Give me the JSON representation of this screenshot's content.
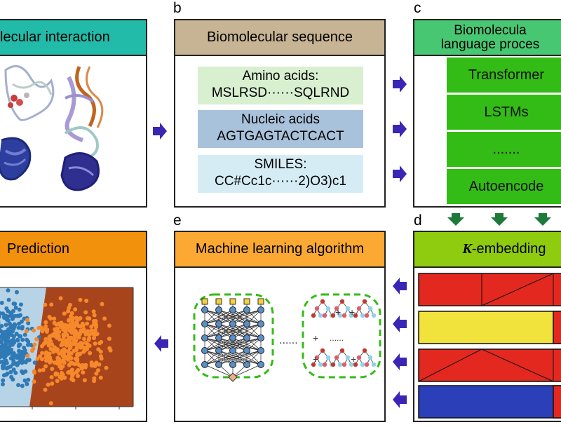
{
  "panels": {
    "a": {
      "title": "lecular interaction"
    },
    "b": {
      "letter": "b",
      "title": "Biomolecular sequence",
      "items": [
        {
          "label": "Amino acids:",
          "value": "MSLRSD······SQLRND"
        },
        {
          "label": "Nucleic acids",
          "value": "AGTGAGTACTCACT"
        },
        {
          "label": "SMILES:",
          "value": "CC#Cc1c······2)O3)c1"
        }
      ]
    },
    "c": {
      "letter": "c",
      "title_line1": "Biomolecula",
      "title_line2": "language proces",
      "methods": [
        "Transformer",
        "LSTMs",
        ".......",
        "Autoencode"
      ]
    },
    "d": {
      "letter": "d",
      "title_k": "K",
      "title_rest": "-embedding"
    },
    "e": {
      "letter": "e",
      "title": "Machine learning algorithm",
      "dots": "......",
      "plus": "+"
    },
    "f": {
      "title": "Prediction"
    }
  },
  "colors": {
    "teal": "#22bba9",
    "tan": "#c7b494",
    "green_header": "#48c772",
    "green_method": "#33bb16",
    "lime": "#8fcc0f",
    "orange": "#f2910c",
    "ml_orange": "#fba933",
    "arrow_blue": "#3a26b5",
    "arrow_green": "#1f7a3a",
    "amino_bg": "#d8efd0",
    "nucleic_bg": "#a9c2db",
    "smiles_bg": "#d5ecf5",
    "red_bar": "#e3281f",
    "yellow_bar": "#f1e33c",
    "blue_bar": "#2b40b8",
    "scatter_blue": "#2f7ab6",
    "scatter_orange": "#f6892b",
    "region_light": "#b7d3e6",
    "region_dark": "#a8441b"
  }
}
